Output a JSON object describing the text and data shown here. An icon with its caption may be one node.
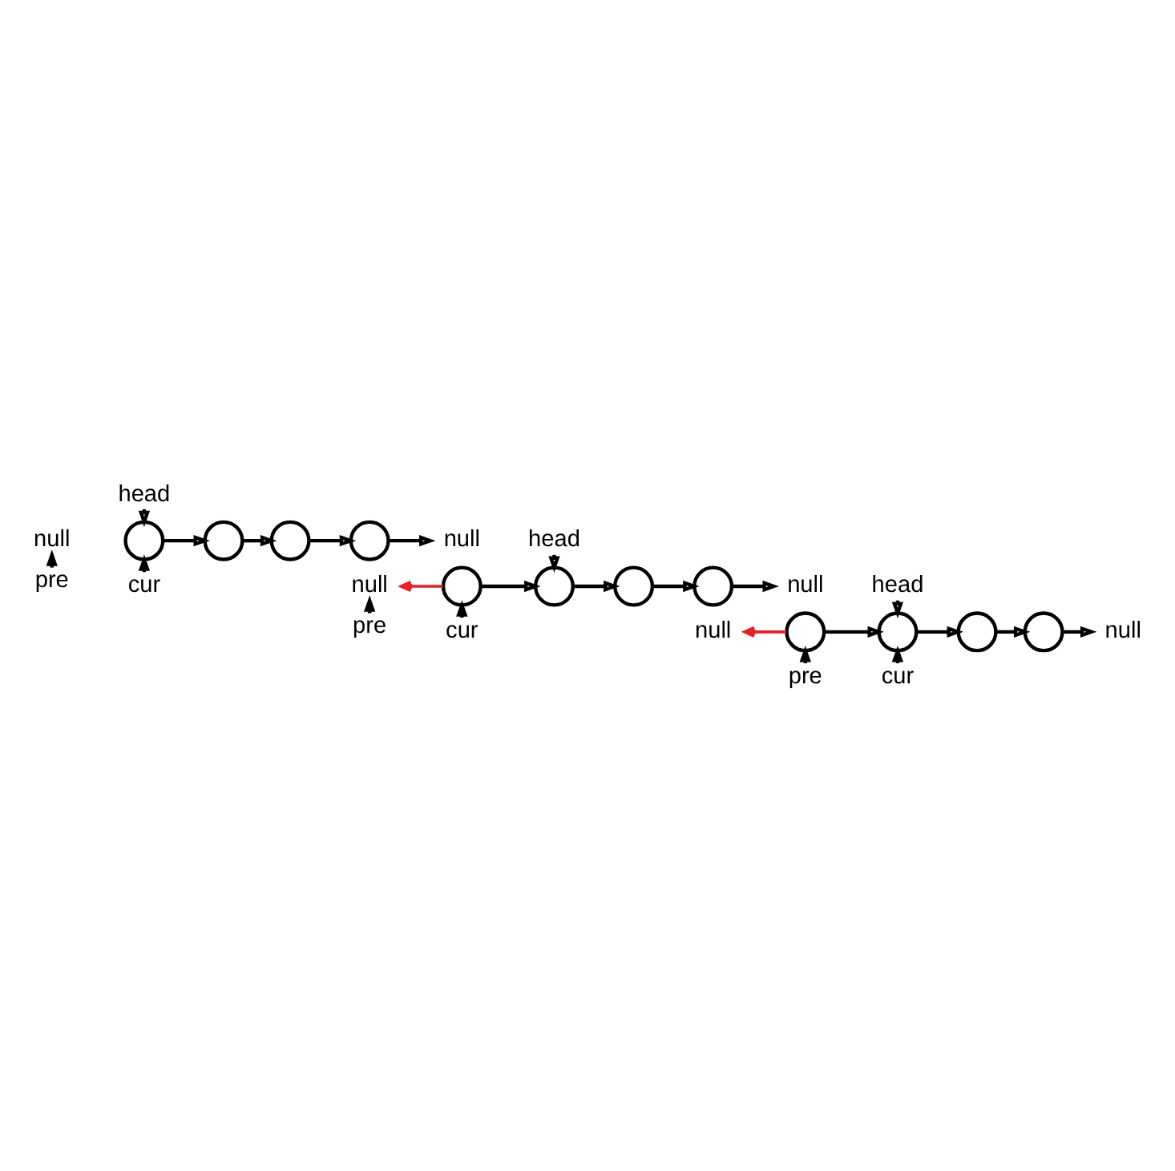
{
  "diagram": {
    "nodes": [
      {
        "text": [
          "head"
        ]
      },
      {
        "text": [
          "null"
        ]
      },
      {
        "text": [],
        "shape": "circle"
      },
      {
        "text": [],
        "shape": "circle"
      },
      {
        "text": [],
        "shape": "circle"
      },
      {
        "text": [],
        "shape": "circle"
      },
      {
        "text": [
          "null"
        ]
      },
      {
        "text": [
          "pre"
        ]
      },
      {
        "text": [
          "cur"
        ]
      },
      {
        "text": [
          "head"
        ]
      },
      {
        "text": [
          "null"
        ]
      },
      {
        "text": [],
        "shape": "circle"
      },
      {
        "text": [],
        "shape": "circle"
      },
      {
        "text": [],
        "shape": "circle"
      },
      {
        "text": [],
        "shape": "circle"
      },
      {
        "text": [
          "null"
        ]
      },
      {
        "text": [
          "pre"
        ]
      },
      {
        "text": [
          "cur"
        ]
      },
      {
        "text": [
          "head"
        ]
      },
      {
        "text": [
          "null"
        ]
      },
      {
        "text": [],
        "shape": "circle"
      },
      {
        "text": [],
        "shape": "circle"
      },
      {
        "text": [],
        "shape": "circle"
      },
      {
        "text": [],
        "shape": "circle"
      },
      {
        "text": [
          "null"
        ]
      },
      {
        "text": [
          "pre"
        ]
      },
      {
        "text": [
          "cur"
        ]
      }
    ],
    "edges": [
      {
        "from": 0,
        "to": 2,
        "arrow": "to"
      },
      {
        "from": 8,
        "to": 2,
        "arrow": "to"
      },
      {
        "from": 7,
        "to": 1,
        "arrow": "to"
      },
      {
        "from": 2,
        "to": 3,
        "arrow": "to"
      },
      {
        "from": 3,
        "to": 4,
        "arrow": "to"
      },
      {
        "from": 4,
        "to": 5,
        "arrow": "to"
      },
      {
        "from": 5,
        "to": 6,
        "arrow": "to"
      },
      {
        "from": 9,
        "to": 12,
        "arrow": "to"
      },
      {
        "from": 17,
        "to": 11,
        "arrow": "to"
      },
      {
        "from": 16,
        "to": 10,
        "arrow": "to"
      },
      {
        "from": 11,
        "to": 10,
        "arrow": "to",
        "color": "#ee1c24"
      },
      {
        "from": 11,
        "to": 12,
        "arrow": "to"
      },
      {
        "from": 12,
        "to": 13,
        "arrow": "to"
      },
      {
        "from": 13,
        "to": 14,
        "arrow": "to"
      },
      {
        "from": 14,
        "to": 15,
        "arrow": "to"
      },
      {
        "from": 18,
        "to": 21,
        "arrow": "to"
      },
      {
        "from": 26,
        "to": 21,
        "arrow": "to"
      },
      {
        "from": 25,
        "to": 20,
        "arrow": "to"
      },
      {
        "from": 20,
        "to": 19,
        "arrow": "to",
        "color": "#ee1c24"
      },
      {
        "from": 20,
        "to": 21,
        "arrow": "to"
      },
      {
        "from": 21,
        "to": 22,
        "arrow": "to"
      },
      {
        "from": 22,
        "to": 23,
        "arrow": "to"
      },
      {
        "from": 23,
        "to": 24,
        "arrow": "to"
      }
    ]
  }
}
